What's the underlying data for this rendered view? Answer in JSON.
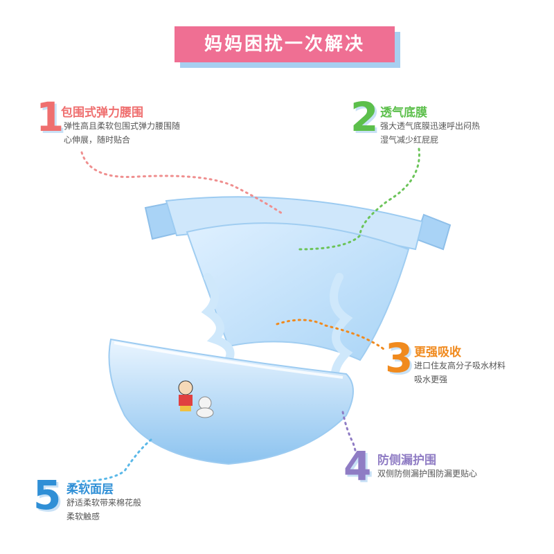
{
  "banner": {
    "title": "妈妈困扰一次解决"
  },
  "features": [
    {
      "number": "1",
      "title": "包围式弹力腰围",
      "desc": [
        "弹性高且柔软包围式弹力腰围随",
        "心伸展，随时贴合"
      ],
      "color": "#ef6f6f"
    },
    {
      "number": "2",
      "title": "透气底膜",
      "desc": [
        "强大透气底膜迅速呼出闷热",
        "湿气减少红屁屁"
      ],
      "color": "#5cbf4b"
    },
    {
      "number": "3",
      "title": "更强吸收",
      "desc": [
        "进口住友高分子吸水材料",
        "吸水更强"
      ],
      "color": "#f08a1e"
    },
    {
      "number": "4",
      "title": "防侧漏护围",
      "desc": [
        "双侧防侧漏护围防漏更贴心"
      ],
      "color": "#8f7cc4"
    },
    {
      "number": "5",
      "title": "柔软面层",
      "desc": [
        "舒适柔软带来棉花般",
        "柔软触感"
      ],
      "color": "#2f8fd6"
    }
  ],
  "colors": {
    "banner_bg": "#ef6f93",
    "banner_shadow": "#a7cff0",
    "diaper_blue": "#8fc4f0"
  },
  "icons": [
    "diaper-illustration",
    "cartoon-character-icon"
  ]
}
